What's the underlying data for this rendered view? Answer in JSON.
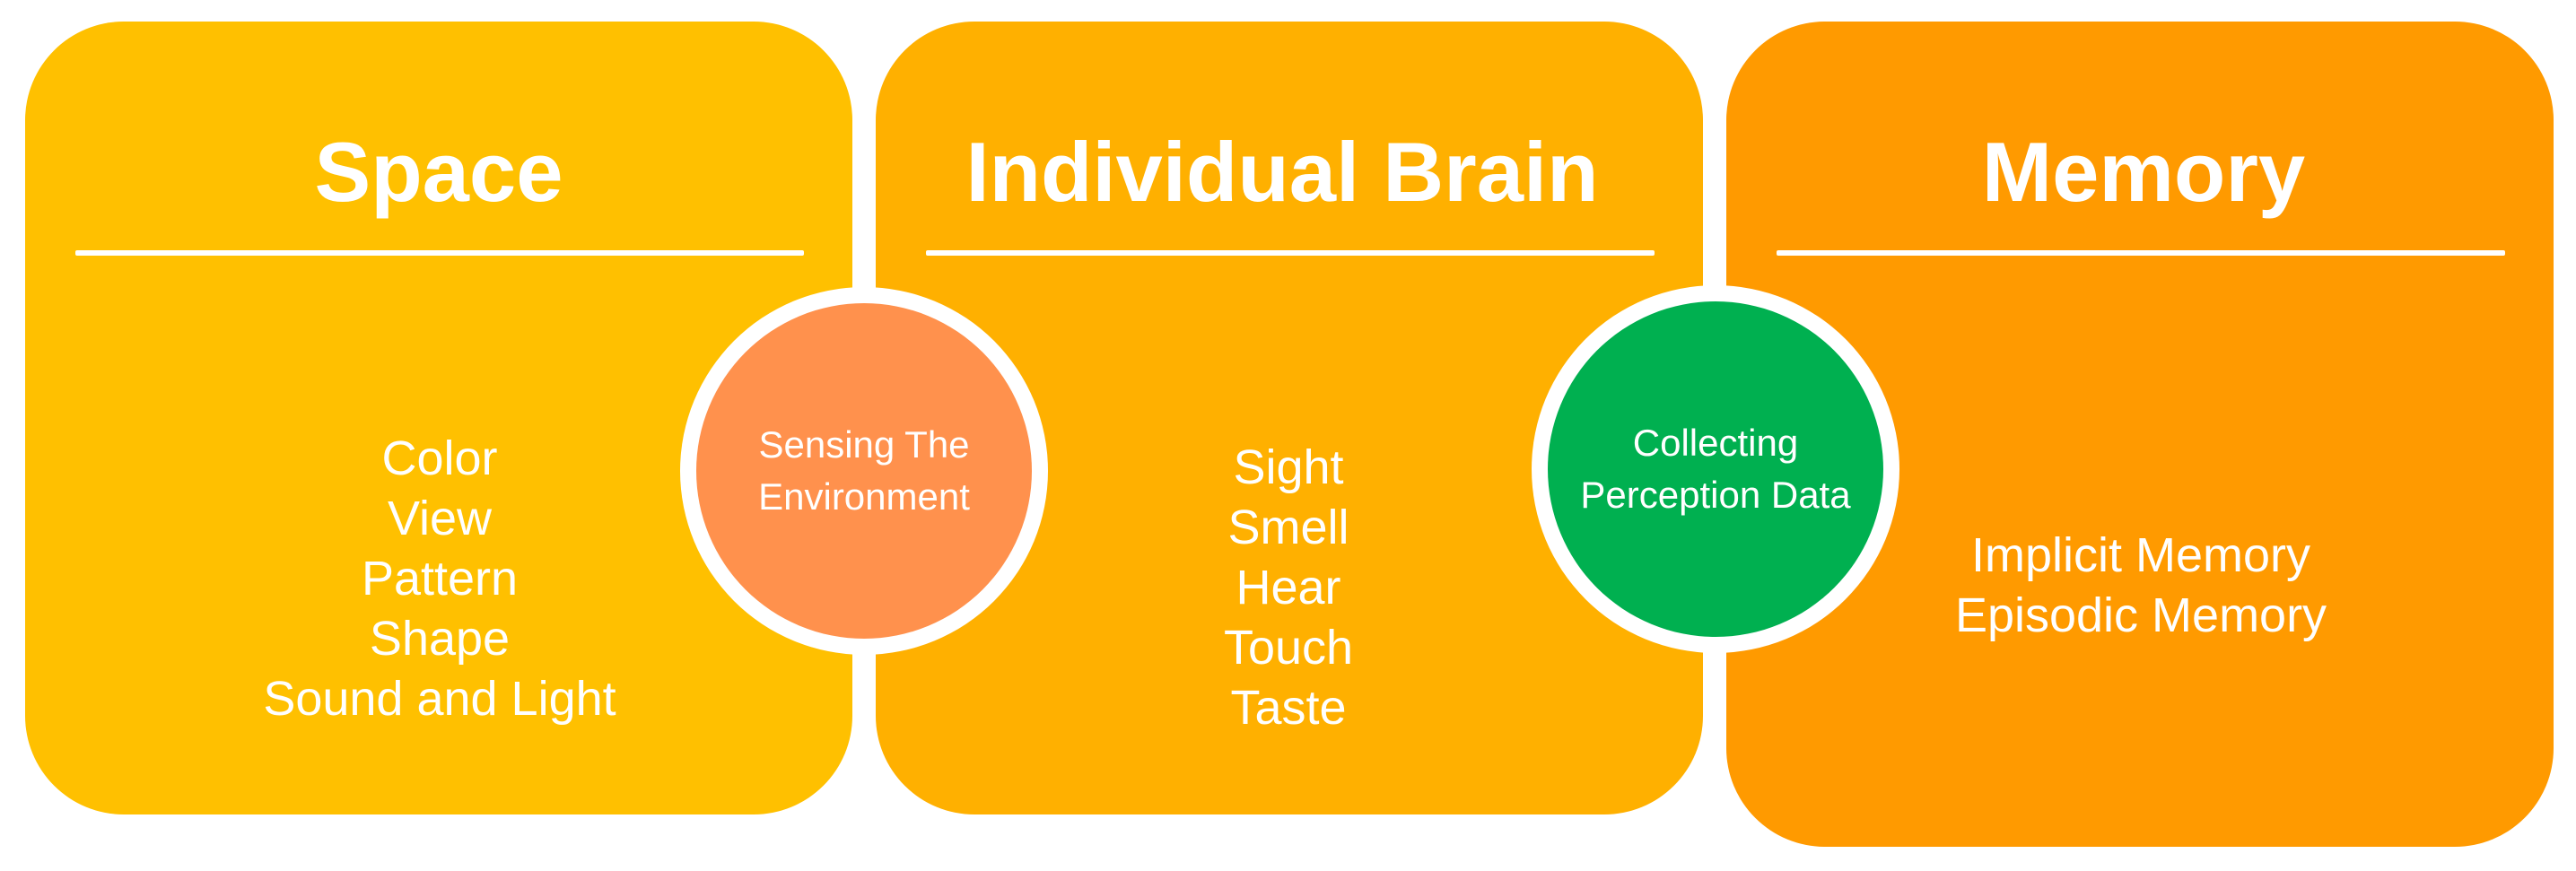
{
  "panels": [
    {
      "title": "Space",
      "color": "#FFC000",
      "items": [
        "Color",
        "View",
        "Pattern",
        "Shape",
        "Sound and Light"
      ]
    },
    {
      "title": "Individual Brain",
      "color": "#FFB000",
      "items": [
        "Sight",
        "Smell",
        "Hear",
        "Touch",
        "Taste"
      ]
    },
    {
      "title": "Memory",
      "color": "#FF9A00",
      "items": [
        "Implicit Memory",
        "Episodic Memory"
      ]
    }
  ],
  "connectors": [
    {
      "lines": [
        "Sensing The",
        "Environment"
      ],
      "color": "#FF914D"
    },
    {
      "lines": [
        "Collecting",
        "Perception Data"
      ],
      "color": "#00B050"
    }
  ]
}
